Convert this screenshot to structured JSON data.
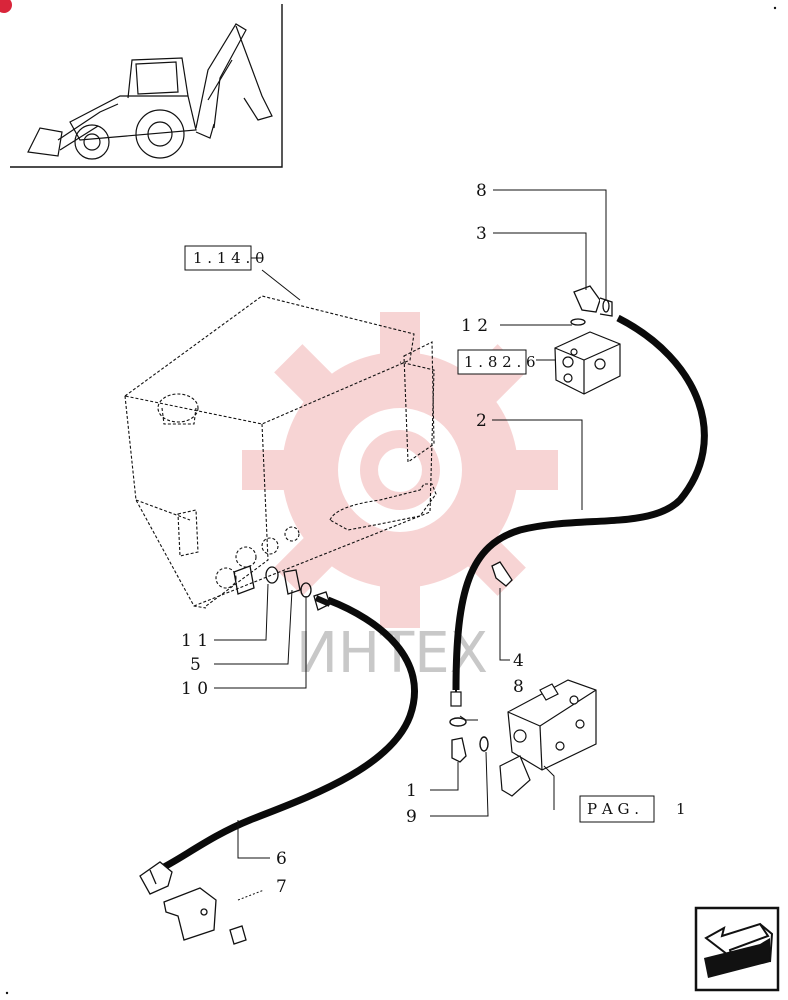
{
  "diagram": {
    "callouts": {
      "c8a": "8",
      "c3": "3",
      "c12": "1 2",
      "c2": "2",
      "c4": "4",
      "c8b": "8",
      "c1": "1",
      "c9": "9",
      "c11": "1 1",
      "c5": "5",
      "c10": "1 0",
      "c6": "6",
      "c7": "7"
    },
    "refs": {
      "tank_ref": "1 . 1 4 . 0",
      "block_ref": "1 . 8 2 . 6",
      "page_ref_box": "P A G .",
      "page_ref_num": "1"
    },
    "watermark": "ИНТЕХ",
    "colors": {
      "line": "#111111",
      "hose": "#0a0a0a",
      "watermark_gear": "#f3b9b9",
      "watermark_text": "#c8c8c8",
      "corner_badge": "#d9253a"
    }
  }
}
